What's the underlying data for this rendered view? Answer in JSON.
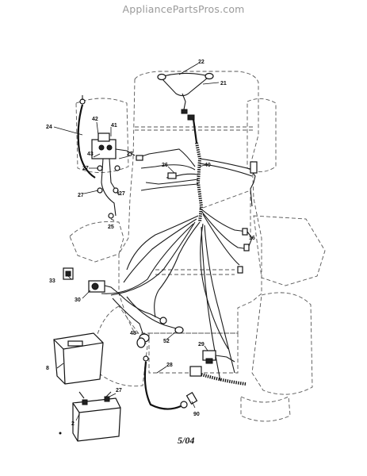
{
  "watermark": "AppliancePartsPros.com",
  "footer_date": "5/04",
  "callouts": {
    "c22": "22",
    "c21": "21",
    "c42": "42",
    "c41": "41",
    "c24": "24",
    "c43": "43",
    "c27a": "27",
    "c27b": "27",
    "c27c": "27",
    "c27d": "27",
    "c26": "26",
    "c40": "40",
    "c16": "16",
    "c25": "25",
    "c33": "33",
    "c30": "30",
    "c48": "48",
    "c52": "52",
    "c8": "8",
    "c29": "29",
    "c28": "28",
    "c27e": "27",
    "c2": "2",
    "c90": "90"
  }
}
